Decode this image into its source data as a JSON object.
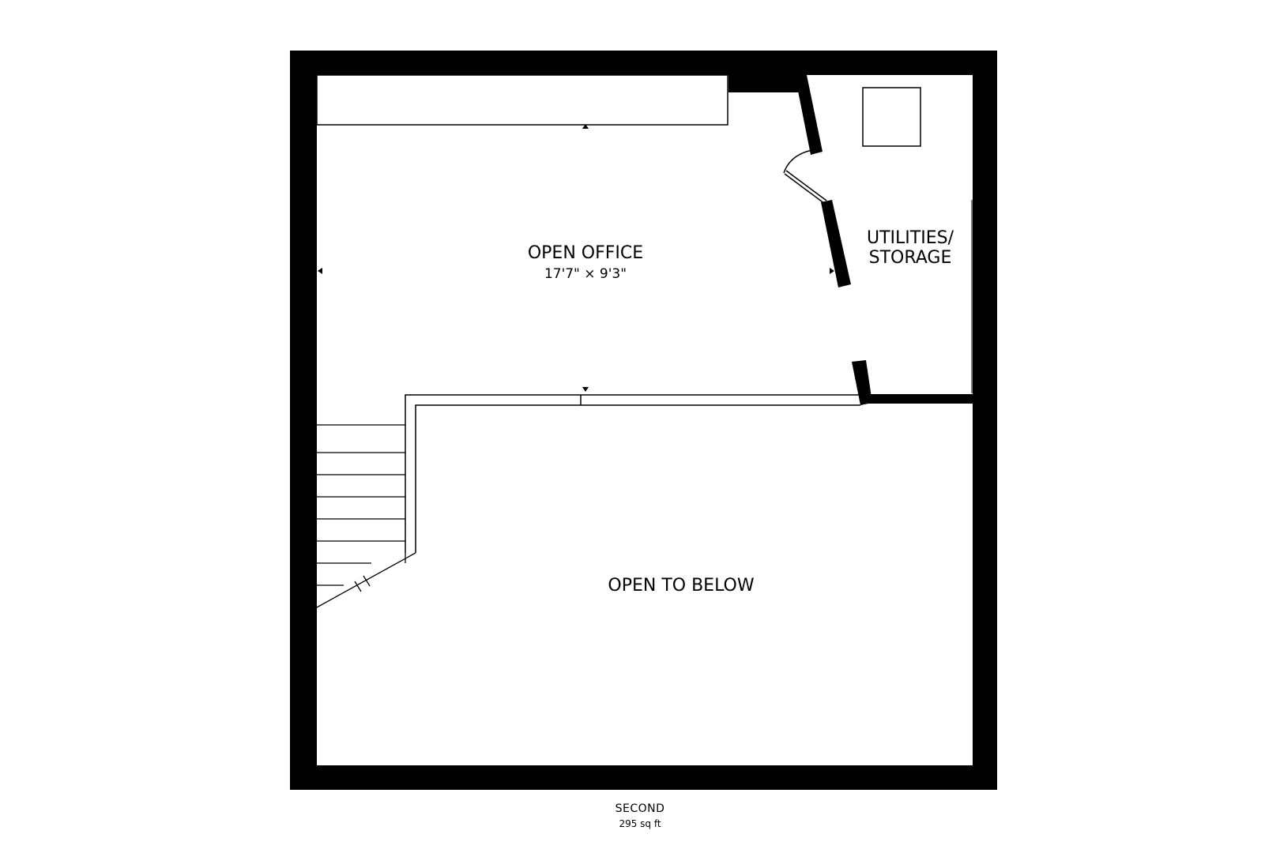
{
  "floor_plan": {
    "floor_name": "SECOND",
    "floor_area": "295 sq ft",
    "rooms": [
      {
        "name": "OPEN OFFICE",
        "dimensions": "17'7\" × 9'3\""
      },
      {
        "name_line1": "UTILITIES/",
        "name_line2": "STORAGE"
      },
      {
        "name": "OPEN TO BELOW"
      }
    ],
    "colors": {
      "wall": "#000000",
      "background": "#ffffff",
      "line": "#000000"
    },
    "icons": [
      "stair-icon",
      "door-swing-icon",
      "window-marker-icon",
      "utility-unit-icon"
    ]
  }
}
